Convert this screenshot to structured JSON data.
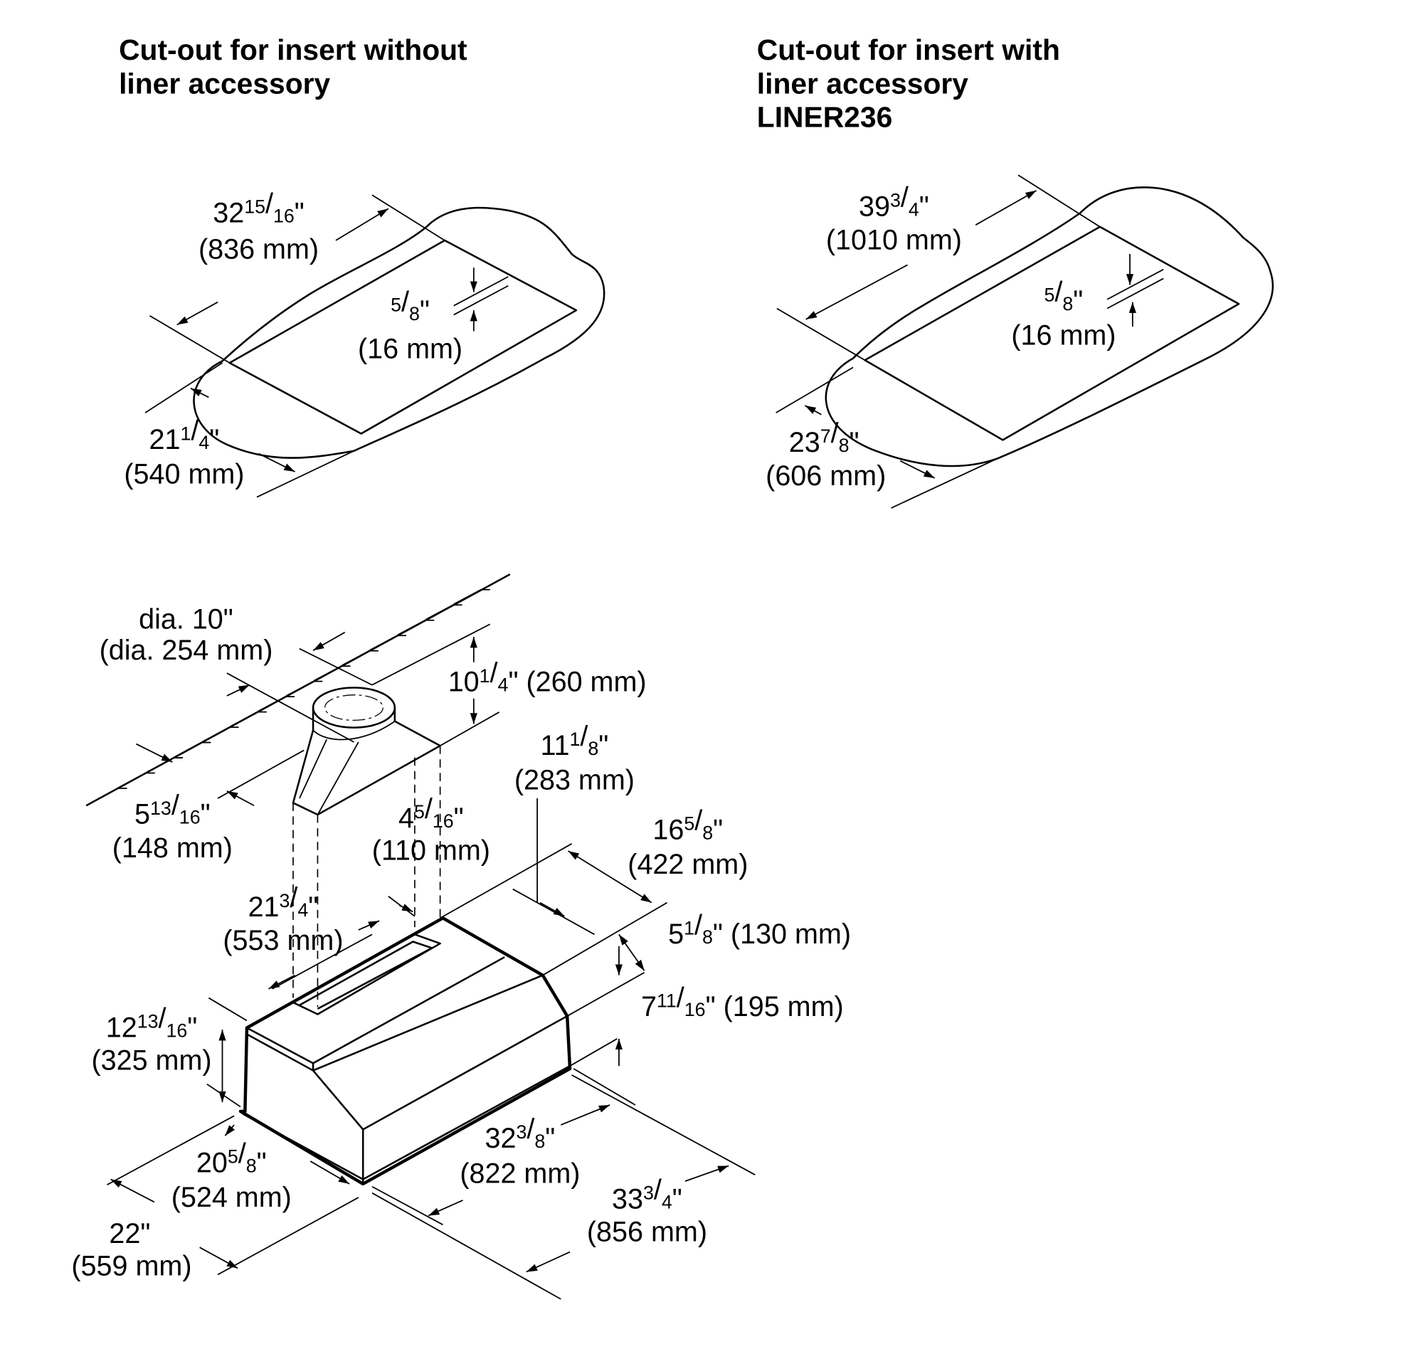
{
  "titles": {
    "left": [
      "Cut-out for insert without",
      "liner accessory"
    ],
    "right": [
      "Cut-out for insert with",
      "liner accessory",
      "LINER236"
    ]
  },
  "dimensions": {
    "cut1_length": {
      "whole": "32",
      "num": "15",
      "den": "16",
      "suffix": "\"",
      "metric": "(836 mm)"
    },
    "cut1_gap": {
      "whole": "",
      "num": "5",
      "den": "8",
      "suffix": "\"",
      "metric": "(16 mm)"
    },
    "cut1_depth": {
      "whole": "21",
      "num": "1",
      "den": "4",
      "suffix": "\"",
      "metric": "(540 mm)"
    },
    "cut2_length": {
      "whole": "39",
      "num": "3",
      "den": "4",
      "suffix": "\"",
      "metric": "(1010 mm)"
    },
    "cut2_gap": {
      "whole": "",
      "num": "5",
      "den": "8",
      "suffix": "\"",
      "metric": "(16 mm)"
    },
    "cut2_depth": {
      "whole": "23",
      "num": "7",
      "den": "8",
      "suffix": "\"",
      "metric": "(606 mm)"
    },
    "duct_dia": {
      "whole": "dia. 10",
      "num": "",
      "den": "",
      "suffix": "\"",
      "metric": "(dia. 254 mm)"
    },
    "duct_height": {
      "whole": "10",
      "num": "1",
      "den": "4",
      "suffix": "\" (260 mm)",
      "metric": ""
    },
    "duct_offset_back": {
      "whole": "11",
      "num": "1",
      "den": "8",
      "suffix": "\"",
      "metric": "(283 mm)"
    },
    "duct_offset_wall": {
      "whole": "5",
      "num": "13",
      "den": "16",
      "suffix": "\"",
      "metric": "(148 mm)"
    },
    "duct_width": {
      "whole": "4",
      "num": "5",
      "den": "16",
      "suffix": "\"",
      "metric": "(110 mm)"
    },
    "top_depth": {
      "whole": "16",
      "num": "5",
      "den": "8",
      "suffix": "\"",
      "metric": "(422 mm)"
    },
    "duct_side": {
      "whole": "21",
      "num": "3",
      "den": "4",
      "suffix": "\"",
      "metric": "(553 mm)"
    },
    "bevel_height": {
      "whole": "5",
      "num": "1",
      "den": "8",
      "suffix": "\" (130 mm)",
      "metric": ""
    },
    "side_height": {
      "whole": "7",
      "num": "11",
      "den": "16",
      "suffix": "\" (195 mm)",
      "metric": ""
    },
    "total_height": {
      "whole": "12",
      "num": "13",
      "den": "16",
      "suffix": "\"",
      "metric": "(325 mm)"
    },
    "body_depth": {
      "whole": "20",
      "num": "5",
      "den": "8",
      "suffix": "\"",
      "metric": "(524 mm)"
    },
    "body_width": {
      "whole": "32",
      "num": "3",
      "den": "8",
      "suffix": "\"",
      "metric": "(822 mm)"
    },
    "flange_depth": {
      "whole": "22",
      "num": "",
      "den": "",
      "suffix": "\"",
      "metric": "(559 mm)"
    },
    "flange_width": {
      "whole": "33",
      "num": "3",
      "den": "4",
      "suffix": "\"",
      "metric": "(856 mm)"
    }
  }
}
